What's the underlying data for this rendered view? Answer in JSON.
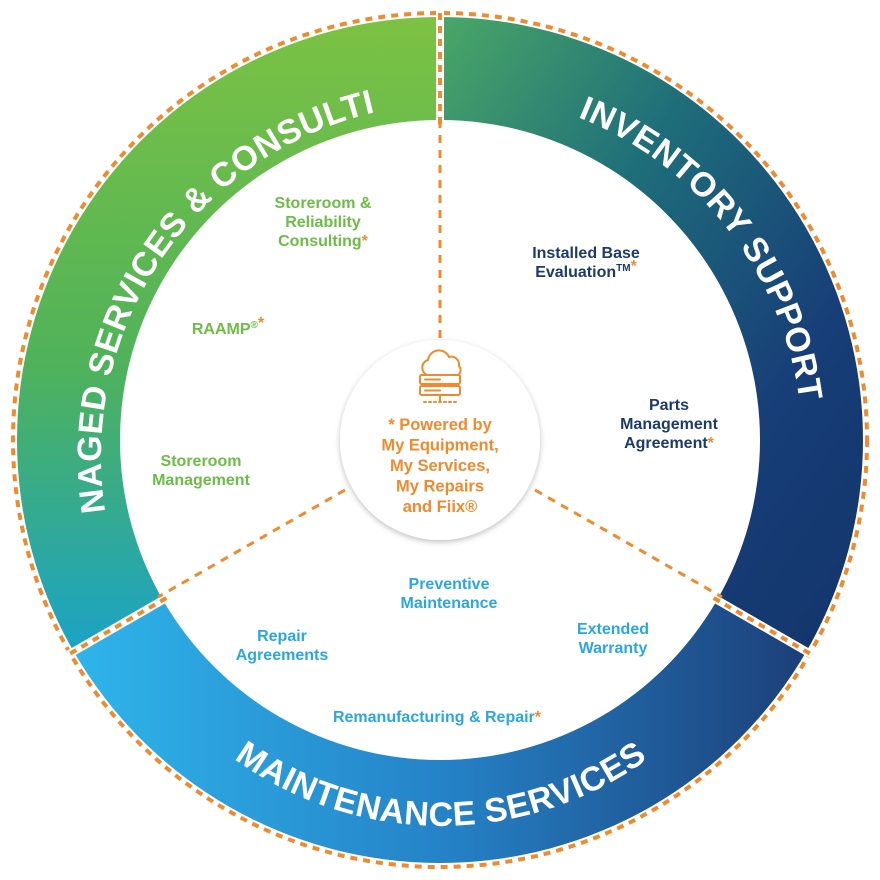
{
  "segments": {
    "managed": {
      "title": "MANAGED SERVICES & CONSULTING",
      "items": [
        {
          "lines": [
            "Storeroom &",
            "Reliability",
            "Consulting"
          ],
          "star": "*"
        },
        {
          "lines": [
            "RAAMP"
          ],
          "sup": "®",
          "star": "*"
        },
        {
          "lines": [
            "Storeroom",
            "Management"
          ]
        }
      ]
    },
    "inventory": {
      "title": "INVENTORY SUPPORT",
      "items": [
        {
          "lines": [
            "Installed Base",
            "Evaluation"
          ],
          "sup": "TM",
          "star": "*"
        },
        {
          "lines": [
            "Parts",
            "Management",
            "Agreement"
          ],
          "star": "*"
        }
      ]
    },
    "maintenance": {
      "title": "MAINTENANCE SERVICES",
      "items": [
        {
          "lines": [
            "Preventive",
            "Maintenance"
          ]
        },
        {
          "lines": [
            "Repair",
            "Agreements"
          ]
        },
        {
          "lines": [
            "Extended",
            "Warranty"
          ]
        },
        {
          "lines": [
            "Remanufacturing & Repair"
          ],
          "star": "*"
        }
      ]
    }
  },
  "center": {
    "icon": "cloud-server-icon",
    "lines": [
      "* Powered by",
      "My Equipment,",
      "My Services,",
      "My Repairs",
      "and Fiix®"
    ]
  },
  "colors": {
    "green": "#6cbd45",
    "teal": "#1a9bb0",
    "navy": "#1d3a6e",
    "blue": "#2aa7df",
    "orange": "#f08a2c"
  }
}
